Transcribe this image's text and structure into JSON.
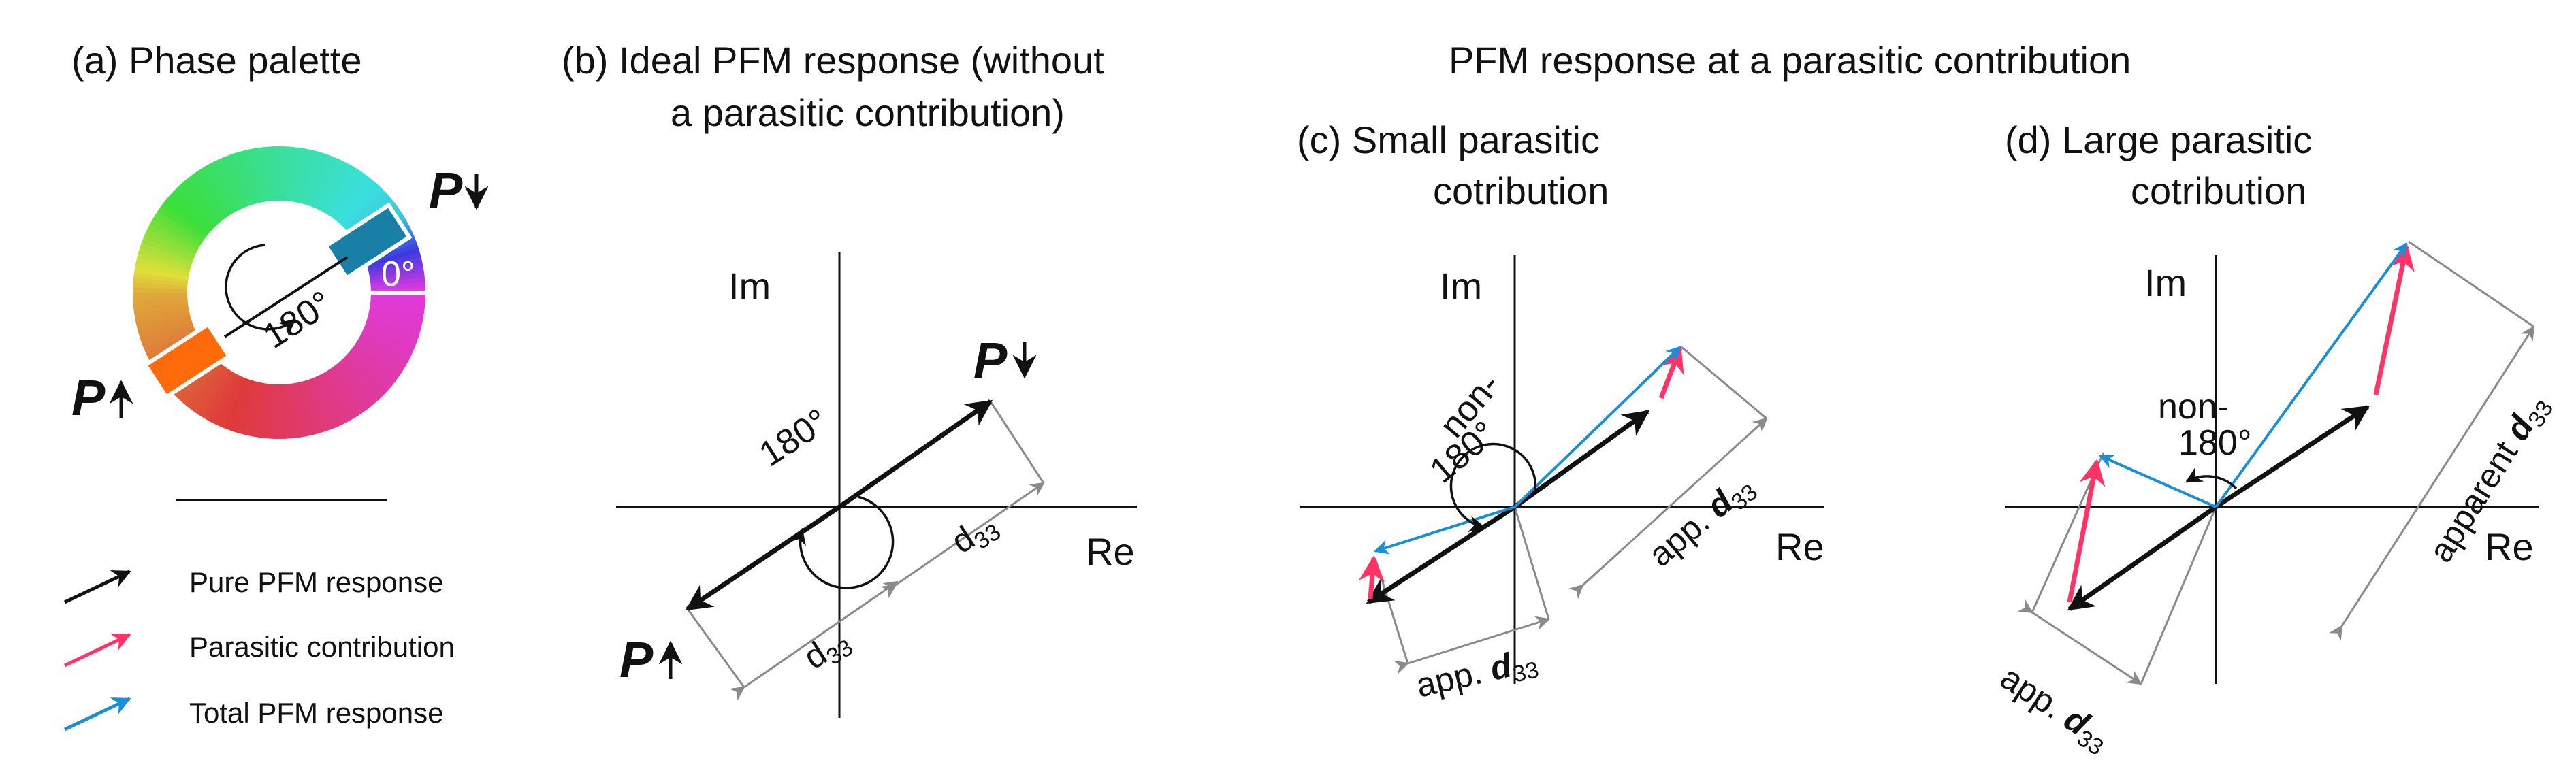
{
  "panels": {
    "a": {
      "title": "(a)   Phase palette",
      "angle_label": "180°",
      "zero_label": "0°",
      "p_down": "P",
      "p_up": "P"
    },
    "b": {
      "title_line1": "(b)  Ideal PFM response (without",
      "title_line2": "a parasitic contribution)",
      "im": "Im",
      "re": "Re",
      "angle_label": "180°",
      "p_down": "P",
      "p_up": "P",
      "d33_a": "d",
      "d33_a_sub": "33",
      "d33_b": "d",
      "d33_b_sub": "33"
    },
    "group_title": "PFM response at a parasitic contribution",
    "c": {
      "title_line1": "(c)   Small parasitic",
      "title_line2": "cotribution",
      "im": "Im",
      "re": "Re",
      "angle_line1": "non-",
      "angle_line2": "180°",
      "app_a": "app. ",
      "app_a_d": "d",
      "app_a_sub": "33",
      "app_b": "app. ",
      "app_b_d": "d",
      "app_b_sub": "33"
    },
    "d": {
      "title_line1": "(d)  Large parasitic",
      "title_line2": "cotribution",
      "im": "Im",
      "re": "Re",
      "angle_line1": "non-",
      "angle_line2": "180°",
      "apparent": "apparent ",
      "apparent_d": "d",
      "apparent_sub": "33",
      "app": "app. ",
      "app_d": "d",
      "app_sub": "33"
    }
  },
  "legend": [
    {
      "label": "Pure PFM response",
      "color": "#111111"
    },
    {
      "label": "Parasitic contribution",
      "color": "#ff3366"
    },
    {
      "label": "Total PFM response",
      "color": "#1a8fd6"
    }
  ],
  "colors": {
    "pure": "#111111",
    "parasitic": "#ff3366",
    "total": "#1a8fd6",
    "guide": "#8a8a8a"
  }
}
